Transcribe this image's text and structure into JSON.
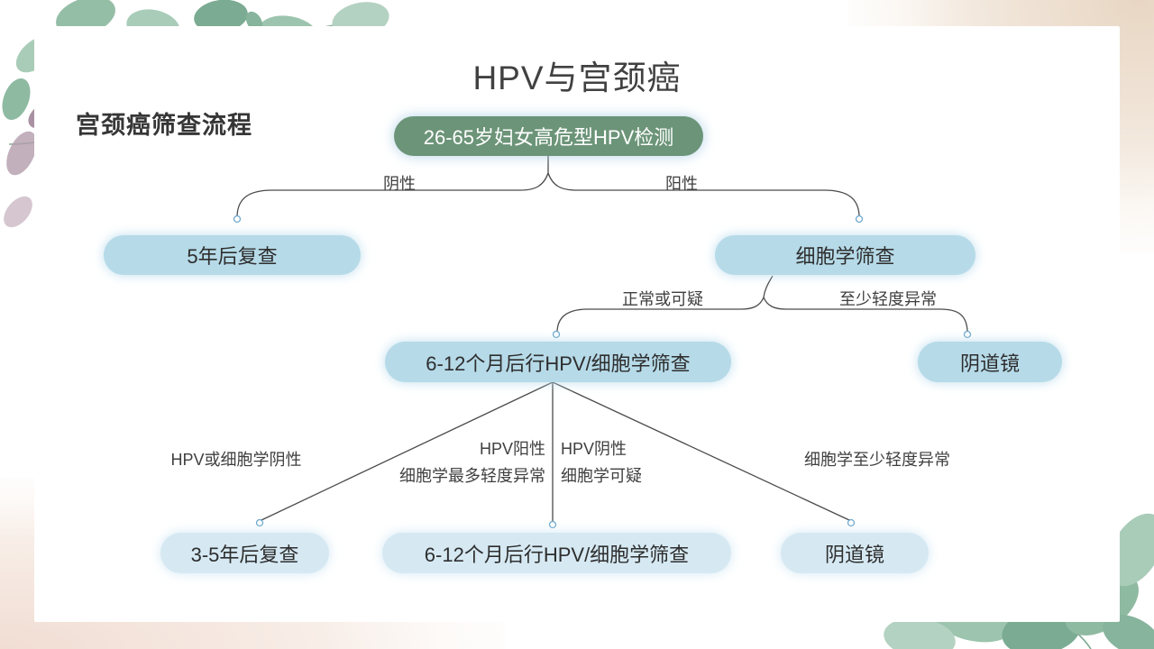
{
  "slide": {
    "title": "HPV与宫颈癌",
    "heading": "宫颈癌筛查流程"
  },
  "flowchart": {
    "root": {
      "label": "26-65岁妇女高危型HPV检测"
    },
    "branch1": {
      "left_label": "阴性",
      "right_label": "阳性"
    },
    "level2": {
      "left": "5年后复查",
      "right": "细胞学筛查"
    },
    "branch2": {
      "left_label": "正常或可疑",
      "right_label": "至少轻度异常"
    },
    "level3": {
      "left": "6-12个月后行HPV/细胞学筛查",
      "right": "阴道镜"
    },
    "branch3": {
      "left_label": "HPV或细胞学阴性",
      "mid_left_line1": "HPV阳性",
      "mid_left_line2": "细胞学最多轻度异常",
      "mid_right_line1": "HPV阴性",
      "mid_right_line2": "细胞学可疑",
      "right_label": "细胞学至少轻度异常"
    },
    "level4": {
      "left": "3-5年后复查",
      "middle": "6-12个月后行HPV/细胞学筛查",
      "right": "阴道镜"
    }
  },
  "colors": {
    "root_node_bg": "#6c9478",
    "root_node_text": "#ffffff",
    "mid_node_bg": "#b6dae8",
    "low_node_bg": "#d6e9f3",
    "node_text": "#2e2e2e",
    "connector_line": "#4c4c4c",
    "connector_dot_stroke": "#6ea9ce",
    "title_text": "#414141",
    "watercolor_beige": "#e7d4c0",
    "watercolor_pink": "#f0dbd0",
    "watercolor_green": "#8fbaa2"
  }
}
